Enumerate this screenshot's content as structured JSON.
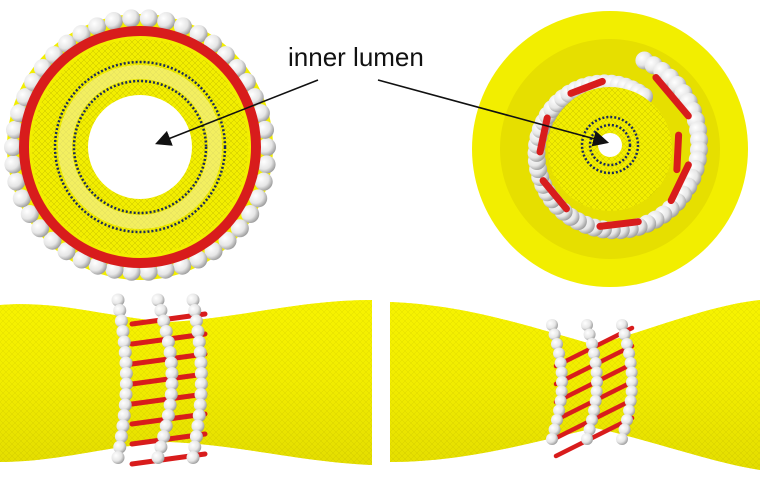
{
  "annotation": {
    "label": "inner lumen"
  },
  "colors": {
    "membrane": "#f2ee00",
    "membrane_dark": "#c9c200",
    "membrane_mesh": "#b9b300",
    "filament": "#d81c1c",
    "bead": "#eeeeee",
    "bead_shadow": "#9a9a9a",
    "lipid_ring": "#1a2a5a",
    "lumen": "#ffffff"
  },
  "panels": [
    {
      "view": "top",
      "state": "initial"
    },
    {
      "view": "top",
      "state": "constricted"
    },
    {
      "view": "side",
      "state": "initial"
    },
    {
      "view": "side",
      "state": "constricted"
    }
  ]
}
